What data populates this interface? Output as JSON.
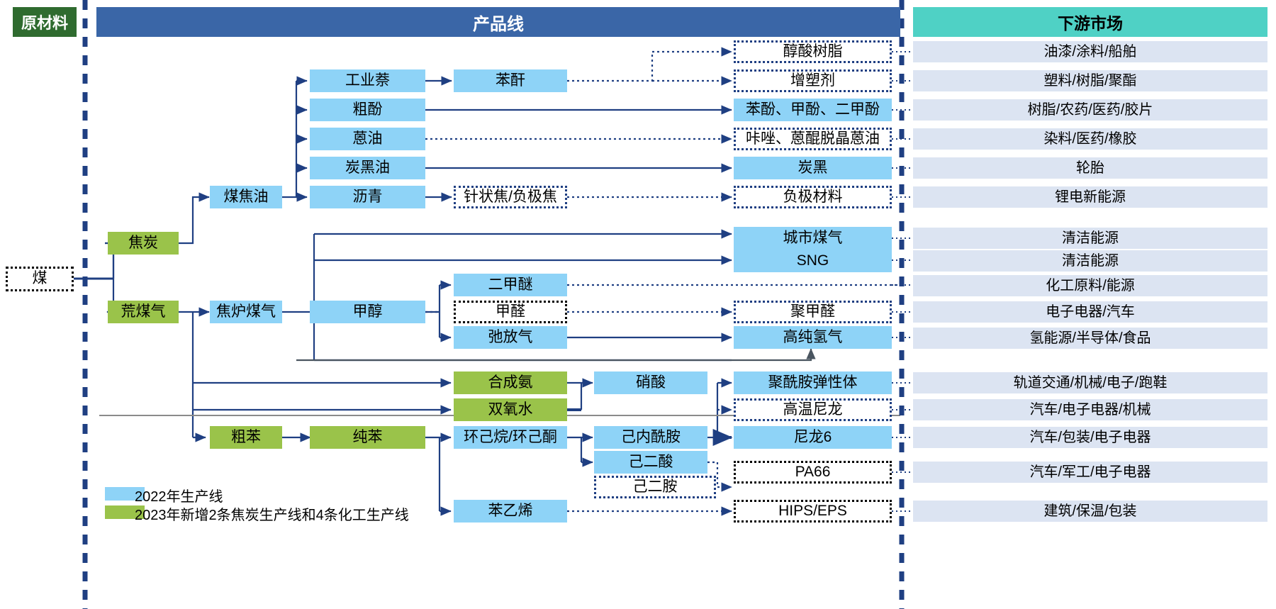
{
  "headers": {
    "raw_material": "原材料",
    "product_line": "产品线",
    "downstream_market": "下游市场"
  },
  "colors": {
    "header_raw": "#2f6b2f",
    "header_product": "#3a66a7",
    "header_market": "#4fd1c5",
    "node_blue": "#8ed3f7",
    "node_green": "#9ac34a",
    "market_box": "#dce4f2",
    "line_blue": "#1f3f82",
    "divider": "#1f3f82"
  },
  "legend": {
    "items": [
      {
        "swatch": "#8ed3f7",
        "label": "2022年生产线"
      },
      {
        "swatch": "#9ac34a",
        "label": "2023年新增2条焦炭生产线和4条化工生产线"
      }
    ]
  },
  "nodes": {
    "coal": "煤",
    "coke": "焦炭",
    "raw_coke_gas": "荒煤气",
    "coal_tar": "煤焦油",
    "coke_oven_gas": "焦炉煤气",
    "crude_benzene": "粗苯",
    "industrial_naphthalene": "工业萘",
    "crude_phenol": "粗酚",
    "anthracene_oil": "蒽油",
    "carbon_black_oil": "炭黑油",
    "pitch": "沥青",
    "phthalic_anhydride": "苯酐",
    "needle_coke": "针状焦/负极焦",
    "methanol": "甲醇",
    "pure_benzene": "纯苯",
    "dme": "二甲醚",
    "formaldehyde": "甲醛",
    "purge_gas": "弛放气",
    "ammonia": "合成氨",
    "hydrogen_peroxide": "双氧水",
    "cyclohexane": "环己烷/环己酮",
    "nitric_acid": "硝酸",
    "caprolactam": "己内酰胺",
    "adipic_acid": "己二酸",
    "hexanediamine": "己二胺",
    "styrene": "苯乙烯",
    "alkyd_resin": "醇酸树脂",
    "plasticizer": "增塑剂",
    "phenols": "苯酚、甲酚、二甲酚",
    "carbazole": "咔唑、蒽醌脱晶蒽油",
    "carbon_black": "炭黑",
    "anode_material": "负极材料",
    "city_gas": "城市煤气",
    "sng": "SNG",
    "pom": "聚甲醛",
    "high_purity_hydrogen": "高纯氢气",
    "polyamide_elastomer": "聚酰胺弹性体",
    "high_temp_nylon": "高温尼龙",
    "nylon6": "尼龙6",
    "pa66": "PA66",
    "hips_eps": "HIPS/EPS"
  },
  "markets": [
    "油漆/涂料/船舶",
    "塑料/树脂/聚酯",
    "树脂/农药/医药/胶片",
    "染料/医药/橡胶",
    "轮胎",
    "锂电新能源",
    "清洁能源",
    "清洁能源",
    "化工原料/能源",
    "电子电器/汽车",
    "氢能源/半导体/食品",
    "轨道交通/机械/电子/跑鞋",
    "汽车/电子电器/机械",
    "汽车/包装/电子电器",
    "汽车/军工/电子电器",
    "建筑/保温/包装"
  ]
}
